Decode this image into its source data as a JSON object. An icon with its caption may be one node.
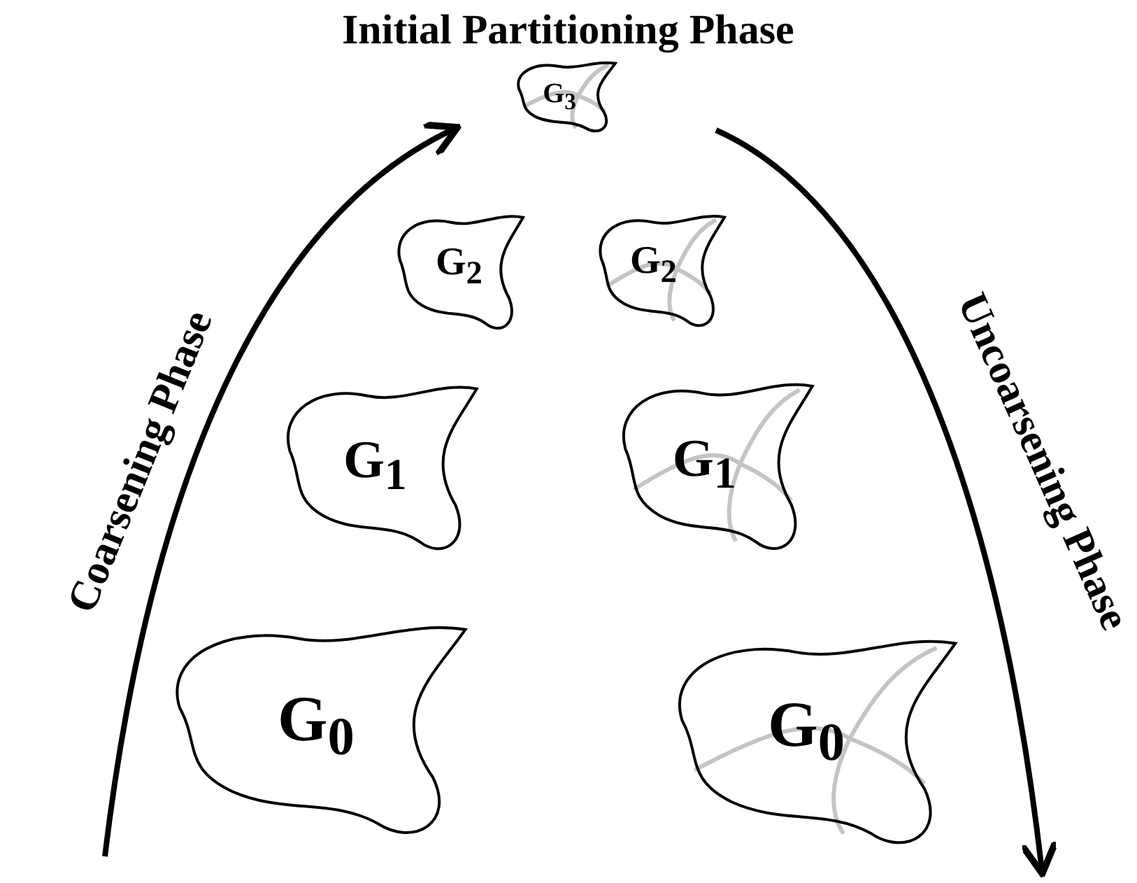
{
  "diagram": {
    "nodes": [
      {
        "text": [
          "G$_{3}$"
        ]
      },
      {
        "text": [
          "G$_{2}$"
        ]
      },
      {
        "text": [
          "G$_{2}$"
        ]
      },
      {
        "text": [
          "G$_{1}$"
        ]
      },
      {
        "text": [
          "G$_{1}$"
        ]
      },
      {
        "text": [
          "G$_{0}$"
        ]
      },
      {
        "text": [
          "G$_{0}$"
        ]
      }
    ],
    "labels": [
      "Initial Partitioning Phase",
      "Coarsening Phase",
      "Uncoarsening Phase"
    ]
  }
}
